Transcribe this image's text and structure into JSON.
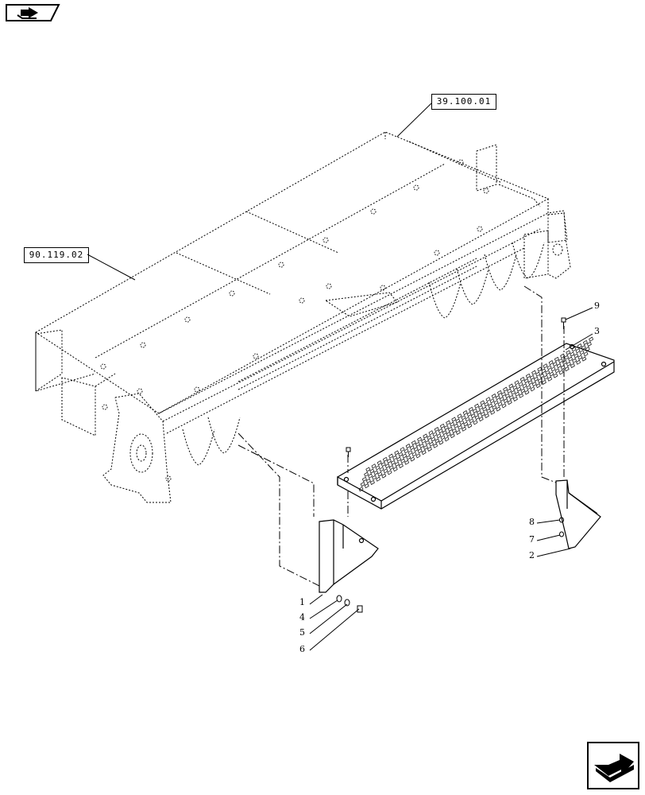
{
  "references": {
    "ref_top": "39.100.01",
    "ref_left": "90.119.02"
  },
  "callouts": {
    "c1": "1",
    "c2": "2",
    "c3": "3",
    "c4": "4",
    "c5": "5",
    "c6": "6",
    "c7": "7",
    "c8": "8",
    "c9": "9"
  },
  "icons": {
    "top_left": "previous-page-icon",
    "bottom_right": "next-page-icon"
  }
}
